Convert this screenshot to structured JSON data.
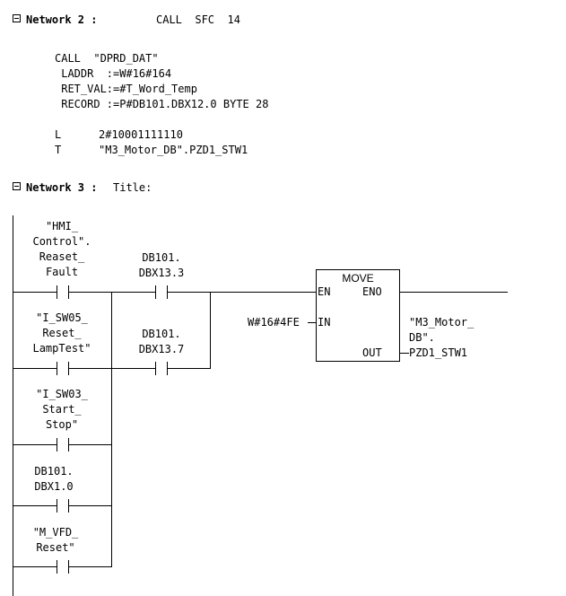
{
  "network2": {
    "header_label": "Network 2 :",
    "header_text": "CALL  SFC  14",
    "call_line": "CALL  \"DPRD_DAT\"",
    "params": [
      " LADDR  :=W#16#164",
      " RET_VAL:=#T_Word_Temp",
      " RECORD :=P#DB101.DBX12.0 BYTE 28"
    ],
    "load_op": "L",
    "load_val": "2#10001111110",
    "transfer_op": "T",
    "transfer_val": "\"M3_Motor_DB\".PZD1_STW1"
  },
  "network3": {
    "header_label": "Network 3 :",
    "header_title": "Title:",
    "contacts": {
      "hmi_reset": "\"HMI_\nControl\".\nReaset_\nFault",
      "db_13_3": "DB101.\nDBX13.3",
      "sw05": "\"I_SW05_\nReset_\nLampTest\"",
      "db_13_7": "DB101.\nDBX13.7",
      "sw03": "\"I_SW03_\nStart_\nStop\"",
      "db_1_0": "DB101.\nDBX1.0",
      "vfd_reset": "\"M_VFD_\nReset\""
    },
    "move_box": {
      "title": "MOVE",
      "en": "EN",
      "eno": "ENO",
      "in": "IN",
      "out": "OUT",
      "in_value": "W#16#4FE",
      "out_value": "\"M3_Motor_\nDB\".\nPZD1_STW1"
    }
  }
}
